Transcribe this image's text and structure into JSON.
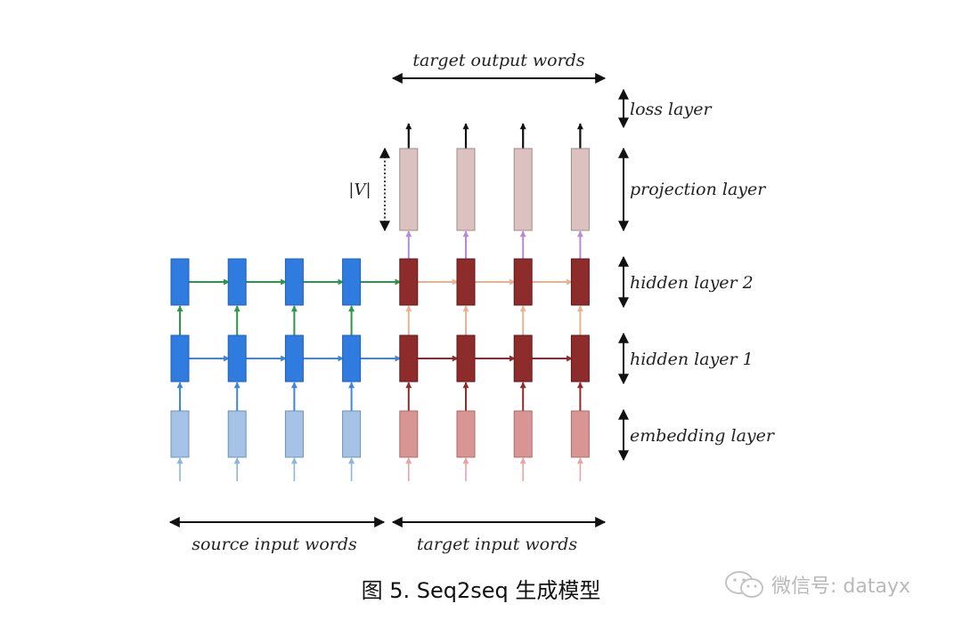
{
  "labels": {
    "target_output": "target output words",
    "source_input": "source input words",
    "target_input": "target input words",
    "vocab_size": "|V|"
  },
  "layers": [
    {
      "key": "loss",
      "label": "loss layer"
    },
    {
      "key": "projection",
      "label": "projection layer"
    },
    {
      "key": "hidden2",
      "label": "hidden layer 2"
    },
    {
      "key": "hidden1",
      "label": "hidden layer 1"
    },
    {
      "key": "embedding",
      "label": "embedding layer"
    }
  ],
  "encoder_steps": 4,
  "decoder_steps": 4,
  "caption": "图 5. Seq2seq 生成模型",
  "watermark": "微信号: datayx",
  "colors": {
    "enc_hidden": "#2f7be0",
    "enc_embedding": "#a4c3e6",
    "dec_hidden": "#8e2b2b",
    "dec_embedding": "#d99494",
    "projection": "#dcc1c1",
    "enc_vertical_arrow_low": "#3f86d8",
    "enc_vertical_arrow_high": "#2e9648",
    "enc_horizontal_arrow_l1": "#3f86d8",
    "enc_horizontal_arrow_l2": "#2e9648",
    "dec_horizontal_arrow_l1": "#8e2b2b",
    "dec_horizontal_arrow_l2": "#e6b394",
    "dec_vertical_arrow_high": "#e6b394",
    "dec_vertical_arrow_proj": "#b78ad6",
    "input_arrow_enc": "#8fb4da",
    "input_arrow_dec": "#e2a6a6"
  }
}
